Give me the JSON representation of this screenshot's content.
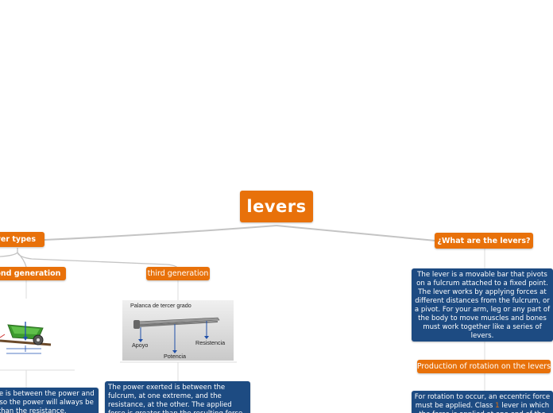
{
  "root": {
    "title": "levers"
  },
  "branches": {
    "lever_types": {
      "label": "lever types",
      "children": {
        "second": {
          "label": "second generation",
          "text": "the resistance is between the power and the fulcrum, so the power will always be less than the resistance."
        },
        "third": {
          "label": "third generation",
          "image_title": "Palanca de tercer grado",
          "image_labels": {
            "support": "Apoyo",
            "power": "Potencia",
            "resistance": "Resistencia"
          },
          "text": "The power exerted is between the fulcrum, at one extreme, and the resistance, at the other. The applied force is greater than the resulting force."
        }
      }
    },
    "what_are": {
      "label": "¿What are the levers?",
      "text": "The lever is a movable bar that pivots on a fulcrum attached to a fixed point. The lever works by applying forces at different distances from the fulcrum, or a pivot. For your arm, leg or any part of the body to move muscles and bones must work together like a series of levers.",
      "production": {
        "label": "Production of rotation on the levers",
        "text_before": "For rotation to occur, an eccentric force must be applied. Class ",
        "text_highlight": "1",
        "text_after": " lever in which the force is applied at one end of the lever."
      }
    }
  },
  "colors": {
    "node": "#e8710a",
    "note": "#1d4b82",
    "link": "#b9b9b9"
  }
}
